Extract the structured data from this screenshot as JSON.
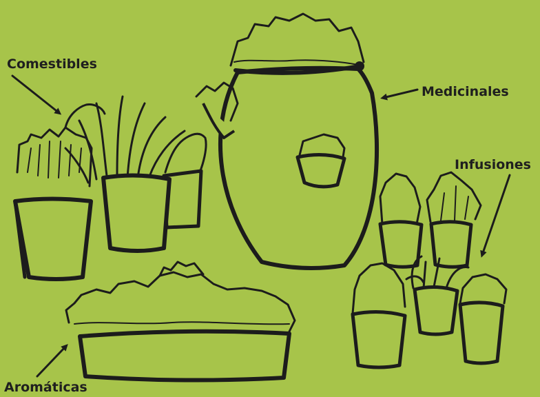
{
  "labels": {
    "comestibles": "Comestibles",
    "medicinales": "Medicinales",
    "infusiones": "Infusiones",
    "aromaticas": "Aromáticas"
  },
  "colors": {
    "background": "#a7c44a",
    "ink": "#1c1c1c"
  }
}
